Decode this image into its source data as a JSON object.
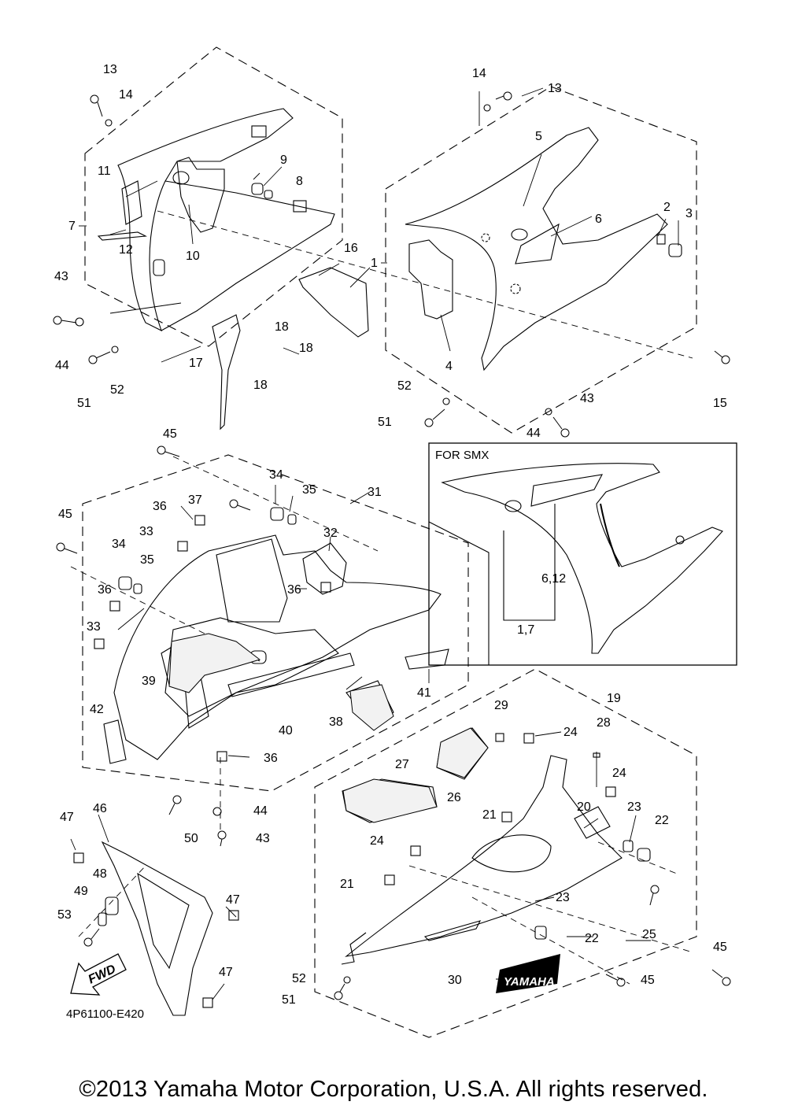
{
  "diagram": {
    "title": "Yamaha cowling parts diagram",
    "diagram_code": "4P61100-E420",
    "inset": {
      "title": "FOR SMX",
      "labels": [
        "6,12",
        "1,7"
      ]
    },
    "fwd_label": "FWD",
    "decal_text": "YAMAHA",
    "footer": "©2013 Yamaha Motor Corporation, U.S.A. All rights reserved.",
    "callouts": [
      {
        "id": "13a",
        "text": "13"
      },
      {
        "id": "14a",
        "text": "14"
      },
      {
        "id": "11",
        "text": "11"
      },
      {
        "id": "7",
        "text": "7"
      },
      {
        "id": "12",
        "text": "12"
      },
      {
        "id": "10",
        "text": "10"
      },
      {
        "id": "9",
        "text": "9"
      },
      {
        "id": "8",
        "text": "8"
      },
      {
        "id": "43a",
        "text": "43"
      },
      {
        "id": "44a",
        "text": "44"
      },
      {
        "id": "51a",
        "text": "51"
      },
      {
        "id": "52a",
        "text": "52"
      },
      {
        "id": "16",
        "text": "16"
      },
      {
        "id": "17",
        "text": "17"
      },
      {
        "id": "18a",
        "text": "18"
      },
      {
        "id": "18b",
        "text": "18"
      },
      {
        "id": "18c",
        "text": "18"
      },
      {
        "id": "14b",
        "text": "14"
      },
      {
        "id": "13b",
        "text": "13"
      },
      {
        "id": "5",
        "text": "5"
      },
      {
        "id": "6",
        "text": "6"
      },
      {
        "id": "2",
        "text": "2"
      },
      {
        "id": "3",
        "text": "3"
      },
      {
        "id": "1",
        "text": "1"
      },
      {
        "id": "4",
        "text": "4"
      },
      {
        "id": "15",
        "text": "15"
      },
      {
        "id": "52b",
        "text": "52"
      },
      {
        "id": "51b",
        "text": "51"
      },
      {
        "id": "44b",
        "text": "44"
      },
      {
        "id": "43b",
        "text": "43"
      },
      {
        "id": "45a",
        "text": "45"
      },
      {
        "id": "34a",
        "text": "34"
      },
      {
        "id": "35a",
        "text": "35"
      },
      {
        "id": "31",
        "text": "31"
      },
      {
        "id": "36a",
        "text": "36"
      },
      {
        "id": "37",
        "text": "37"
      },
      {
        "id": "45b",
        "text": "45"
      },
      {
        "id": "33a",
        "text": "33"
      },
      {
        "id": "32",
        "text": "32"
      },
      {
        "id": "34b",
        "text": "34"
      },
      {
        "id": "35b",
        "text": "35"
      },
      {
        "id": "36b",
        "text": "36"
      },
      {
        "id": "36c",
        "text": "36"
      },
      {
        "id": "33b",
        "text": "33"
      },
      {
        "id": "39",
        "text": "39"
      },
      {
        "id": "41",
        "text": "41"
      },
      {
        "id": "38",
        "text": "38"
      },
      {
        "id": "40",
        "text": "40"
      },
      {
        "id": "42",
        "text": "42"
      },
      {
        "id": "36d",
        "text": "36"
      },
      {
        "id": "19",
        "text": "19"
      },
      {
        "id": "29",
        "text": "29"
      },
      {
        "id": "24a",
        "text": "24"
      },
      {
        "id": "28",
        "text": "28"
      },
      {
        "id": "27",
        "text": "27"
      },
      {
        "id": "26",
        "text": "26"
      },
      {
        "id": "24b",
        "text": "24"
      },
      {
        "id": "21a",
        "text": "21"
      },
      {
        "id": "20",
        "text": "20"
      },
      {
        "id": "23a",
        "text": "23"
      },
      {
        "id": "22a",
        "text": "22"
      },
      {
        "id": "44c",
        "text": "44"
      },
      {
        "id": "43c",
        "text": "43"
      },
      {
        "id": "50",
        "text": "50"
      },
      {
        "id": "47a",
        "text": "47"
      },
      {
        "id": "46",
        "text": "46"
      },
      {
        "id": "24c",
        "text": "24"
      },
      {
        "id": "21b",
        "text": "21"
      },
      {
        "id": "48",
        "text": "48"
      },
      {
        "id": "49",
        "text": "49"
      },
      {
        "id": "47b",
        "text": "47"
      },
      {
        "id": "53",
        "text": "53"
      },
      {
        "id": "25",
        "text": "25"
      },
      {
        "id": "45c",
        "text": "45"
      },
      {
        "id": "23b",
        "text": "23"
      },
      {
        "id": "22b",
        "text": "22"
      },
      {
        "id": "30",
        "text": "30"
      },
      {
        "id": "45d",
        "text": "45"
      },
      {
        "id": "52c",
        "text": "52"
      },
      {
        "id": "51c",
        "text": "51"
      },
      {
        "id": "47c",
        "text": "47"
      }
    ]
  }
}
